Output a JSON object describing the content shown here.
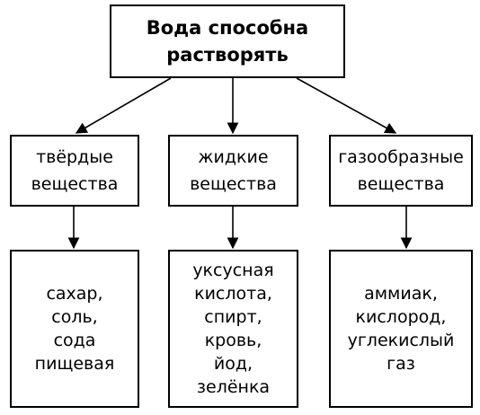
{
  "root": {
    "text": "Вода  способна\nрастворять"
  },
  "categories": [
    {
      "label": "твёрдые\nвещества",
      "examples": "сахар,\nсоль,\nсода\nпищевая"
    },
    {
      "label": "жидкие\nвещества",
      "examples": "уксусная\nкислота,\nспирт,\nкровь,\nйод,\nзелёнка"
    },
    {
      "label": "газообразные\nвещества",
      "examples": "аммиак,\nкислород,\nуглекислый\nгаз"
    }
  ]
}
